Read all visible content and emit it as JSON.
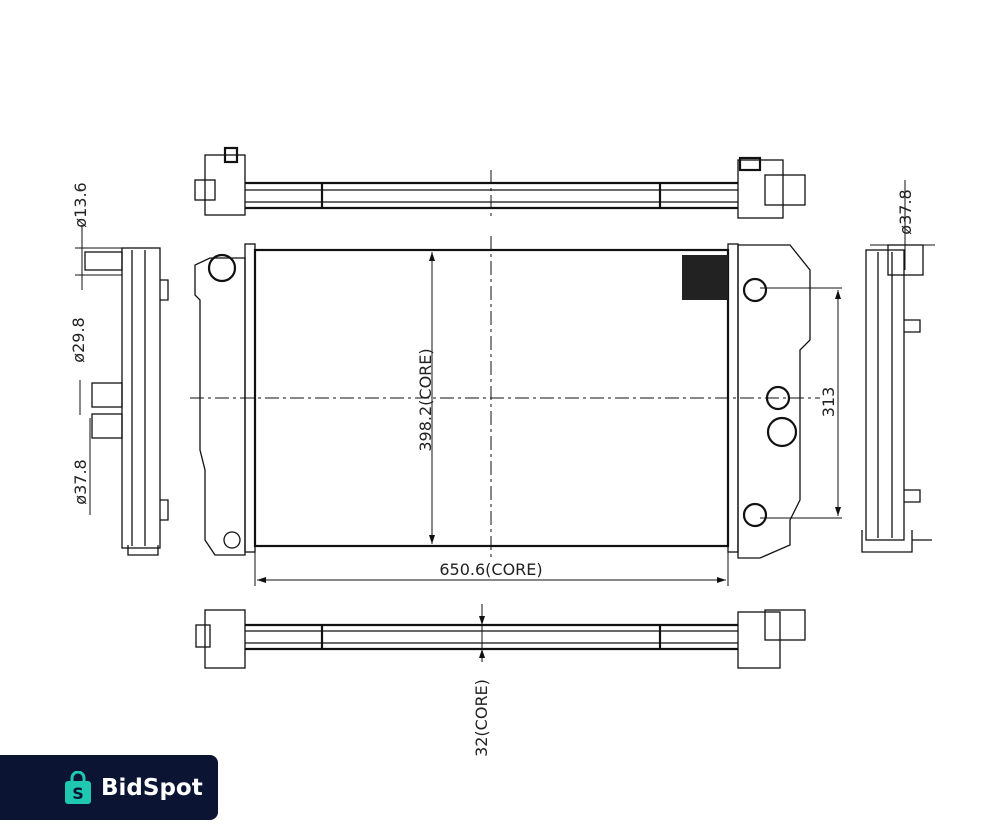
{
  "dimensions": {
    "core_height": "398.2(CORE)",
    "core_width": "650.6(CORE)",
    "mount_spacing": "313",
    "core_depth": "32(CORE)",
    "left_top_pipe": "ø13.6",
    "left_mid_pipe": "ø29.8",
    "left_low_pipe": "ø37.8",
    "right_pipe": "ø37.8"
  },
  "logo": {
    "text": "BidSpot",
    "color": "#0b1433",
    "accent": "#1fc8b0"
  }
}
